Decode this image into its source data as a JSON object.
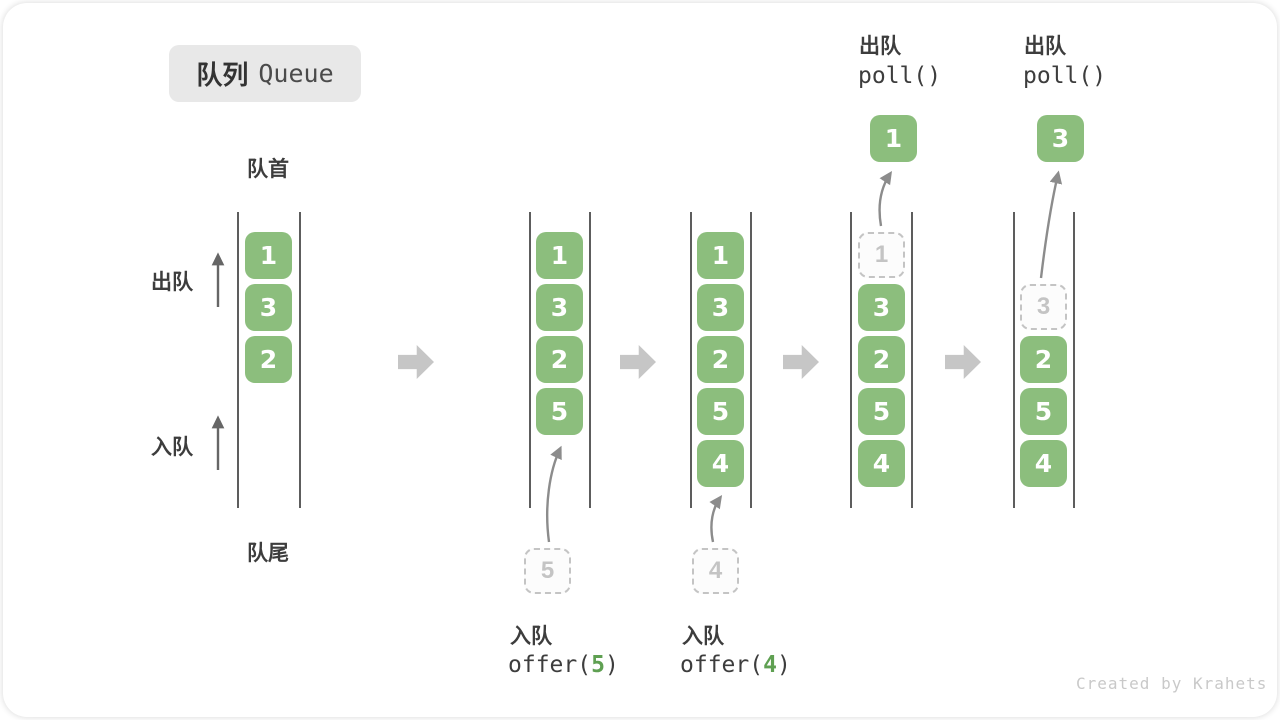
{
  "title": {
    "zh": "队列",
    "en": "Queue"
  },
  "labels": {
    "front": "队首",
    "rear": "队尾",
    "dequeue": "出队",
    "enqueue": "入队"
  },
  "operations": {
    "enqueue5": {
      "name": "入队",
      "fn_open": "offer(",
      "arg": "5",
      "fn_close": ")"
    },
    "enqueue4": {
      "name": "入队",
      "fn_open": "offer(",
      "arg": "4",
      "fn_close": ")"
    },
    "poll1": {
      "name": "出队",
      "fn": "poll()"
    },
    "poll2": {
      "name": "出队",
      "fn": "poll()"
    }
  },
  "states": [
    {
      "boxes": [
        "1",
        "3",
        "2"
      ]
    },
    {
      "boxes": [
        "1",
        "3",
        "2",
        "5"
      ],
      "incoming": "5"
    },
    {
      "boxes": [
        "1",
        "3",
        "2",
        "5",
        "4"
      ],
      "incoming": "4"
    },
    {
      "removed": "1",
      "boxes": [
        "3",
        "2",
        "5",
        "4"
      ],
      "polled": "1"
    },
    {
      "removed": "3",
      "boxes": [
        "2",
        "5",
        "4"
      ],
      "polled": "3"
    }
  ],
  "watermark": "Created by Krahets",
  "colors": {
    "item_green": "#8CBE7D",
    "code_arg_green": "#5FA052",
    "ghost_gray": "#C4C4C4",
    "wall_gray": "#5D5D5D",
    "block_arrow_gray": "#C6C6C6",
    "text_dark": "#3D3D3D",
    "title_badge_bg": "#E8E8E8",
    "watermark_gray": "#C9C9C9"
  }
}
